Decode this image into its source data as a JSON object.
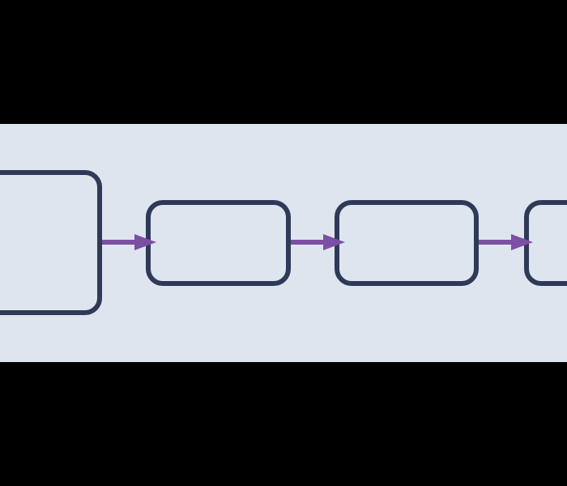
{
  "diagram": {
    "type": "flow",
    "direction": "left-to-right",
    "nodes": [
      {
        "id": "node-1",
        "label": ""
      },
      {
        "id": "node-2",
        "label": ""
      },
      {
        "id": "node-3",
        "label": ""
      },
      {
        "id": "node-4",
        "label": ""
      }
    ],
    "edges": [
      {
        "from": "node-1",
        "to": "node-2"
      },
      {
        "from": "node-2",
        "to": "node-3"
      },
      {
        "from": "node-3",
        "to": "node-4"
      }
    ]
  },
  "colors": {
    "background": "#000000",
    "band": "#dfe5ef",
    "node_stroke": "#2e3a57",
    "node_fill": "#dfe5ef",
    "arrow": "#7b4fa3"
  }
}
